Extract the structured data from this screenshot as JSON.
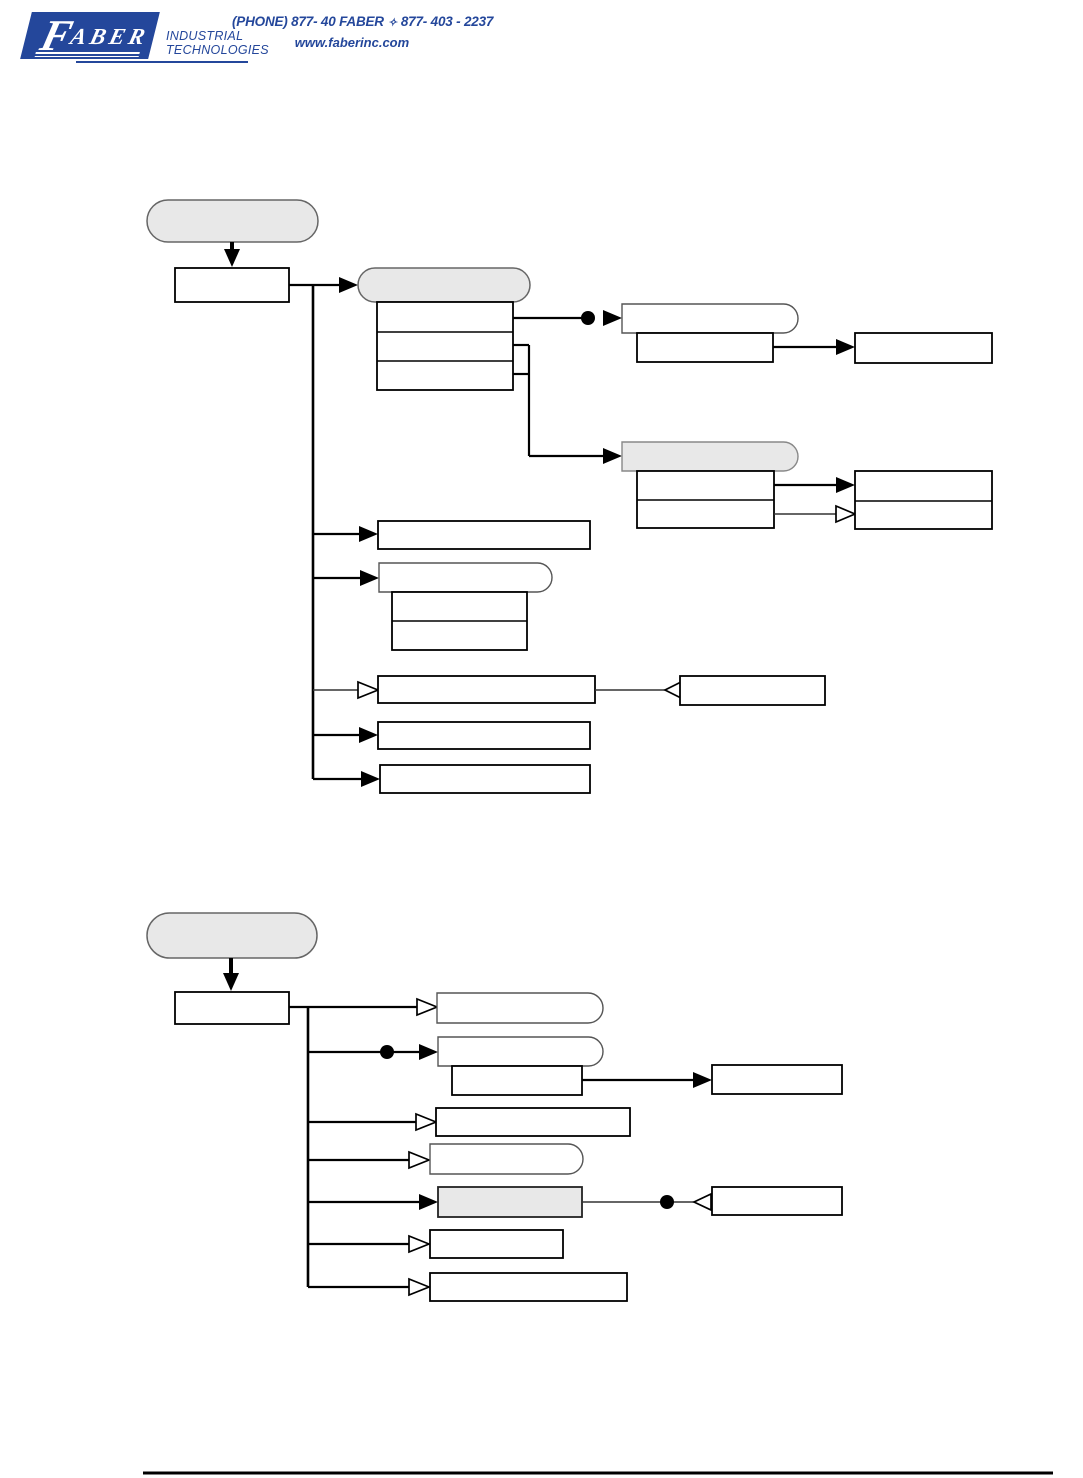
{
  "header": {
    "logo": {
      "brand_initial": "F",
      "brand_rest": "ABER",
      "tagline_line1": "INDUSTRIAL",
      "tagline_line2": "TECHNOLOGIES"
    },
    "contact": {
      "phone_left": "(PHONE) 877- 40 FABER",
      "separator": "✧",
      "phone_right": "877- 403 - 2237",
      "website": "www.faberinc.com"
    }
  },
  "colors": {
    "brand_blue": "#24479b",
    "diagram_fill_gray": "#e8e8e8",
    "diagram_line": "#000000"
  }
}
